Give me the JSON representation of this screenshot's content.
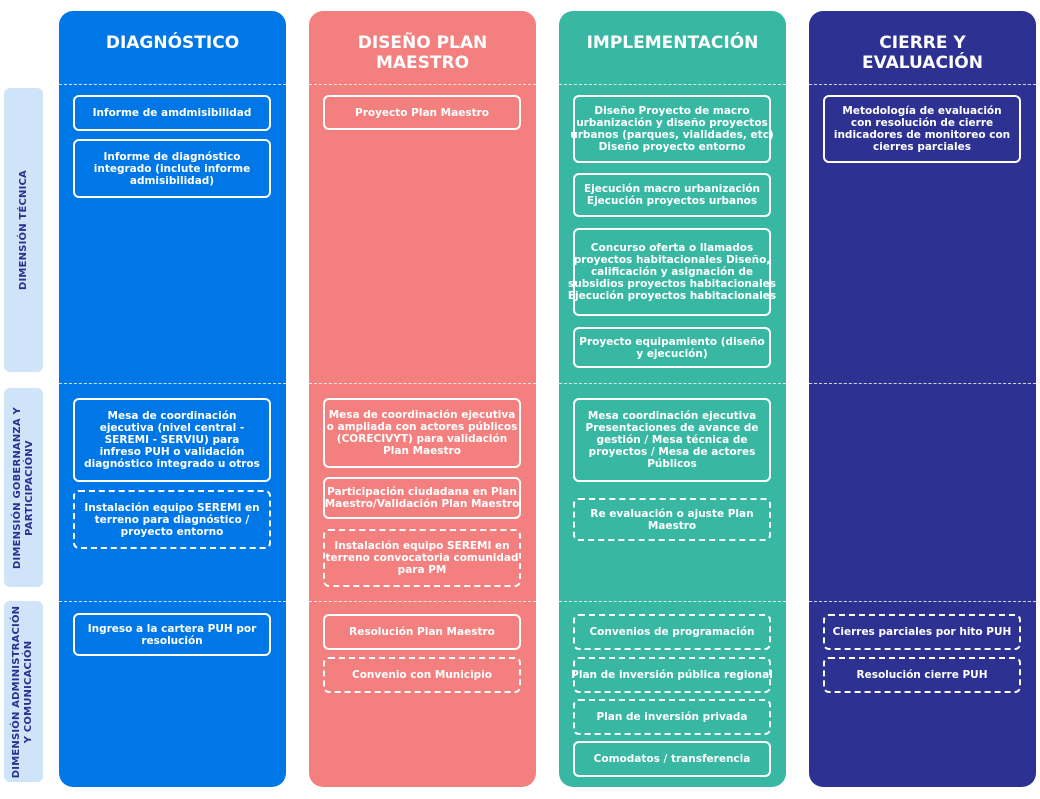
{
  "colors": {
    "diagnostico": "#0077e6",
    "diseno": "#f37f7f",
    "implementacion": "#38b8a3",
    "cierre": "#2d3192",
    "row_label_bg": "#cfe4f8",
    "row_label_text": "#2a3290"
  },
  "rows": [
    {
      "label": "DIMENSIÓN TÉCNICA"
    },
    {
      "label": "DIMENSIÓN GOBERNANZA Y\nPARTICIPACIÓNV"
    },
    {
      "label": "DIMENSIÓN ADMINISTRACIÓN\nY COMUNICACIÓN"
    }
  ],
  "columns": [
    {
      "title": "DIAGNÓSTICO",
      "boxes": [
        {
          "text": "Informe de amdmisibilidad",
          "style": "solid"
        },
        {
          "text": "Informe de diagnóstico\nintegrado (inclute informe\nadmisibilidad)",
          "style": "solid"
        },
        {
          "text": "Mesa de coordinación\nejecutiva (nivel central -\nSEREMI - SERVIU) para\ninfreso PUH o validación\ndiagnóstico integrado u otros",
          "style": "solid"
        },
        {
          "text": "Instalación equipo SEREMI en\nterreno para diagnóstico /\nproyecto entorno",
          "style": "dashed"
        },
        {
          "text": "Ingreso a la cartera PUH por\nresolución",
          "style": "solid"
        }
      ]
    },
    {
      "title": "DISEÑO PLAN\nMAESTRO",
      "boxes": [
        {
          "text": "Proyecto Plan Maestro",
          "style": "solid"
        },
        {
          "text": "Mesa de coordinación ejecutiva\no ampliada con actores públicos\n(CORECIVYT) para validación\nPlan Maestro",
          "style": "solid"
        },
        {
          "text": "Participación ciudadana en Plan\nMaestro/Validación Plan Maestro",
          "style": "solid"
        },
        {
          "text": "Instalación equipo SEREMI en\nterreno convocatoria comunidad\npara PM",
          "style": "dashed"
        },
        {
          "text": "Resolución Plan Maestro",
          "style": "solid"
        },
        {
          "text": "Convenio con Municipio",
          "style": "dashed"
        }
      ]
    },
    {
      "title": "IMPLEMENTACIÓN",
      "boxes": [
        {
          "text": "Diseño Proyecto de macro\nurbanización y diseño proyectos\nurbanos (parques, vialidades, etc)\nDiseño proyecto entorno",
          "style": "solid"
        },
        {
          "text": "Ejecución macro urbanización\nEjecución proyectos urbanos",
          "style": "solid"
        },
        {
          "text": "Concurso oferta o llamados\nproyectos habitacionales Diseño,\ncalificación y asignación de\nsubsidios proyectos habitacionales\nEjecución proyectos habitacionales",
          "style": "solid"
        },
        {
          "text": "Proyecto equipamiento (diseño\ny ejecución)",
          "style": "solid"
        },
        {
          "text": "Mesa coordinación ejecutiva\nPresentaciones de avance de\ngestión / Mesa técnica de\nproyectos / Mesa de actores\nPúblicos",
          "style": "solid"
        },
        {
          "text": "Re evaluación o ajuste Plan\nMaestro",
          "style": "dashed"
        },
        {
          "text": "Convenios de programación",
          "style": "dashed"
        },
        {
          "text": "Plan de inversión pública regional",
          "style": "dashed"
        },
        {
          "text": "Plan de inversión privada",
          "style": "dashed"
        },
        {
          "text": "Comodatos / transferencia",
          "style": "solid"
        }
      ]
    },
    {
      "title": "CIERRE Y\nEVALUACIÓN",
      "boxes": [
        {
          "text": "Metodología de evaluación\ncon resolución de cierre\nindicadores de monitoreo con\ncierres parciales",
          "style": "solid"
        },
        {
          "text": "Cierres parciales por hito PUH",
          "style": "dashed"
        },
        {
          "text": "Resolución cierre PUH",
          "style": "dashed"
        }
      ]
    }
  ]
}
